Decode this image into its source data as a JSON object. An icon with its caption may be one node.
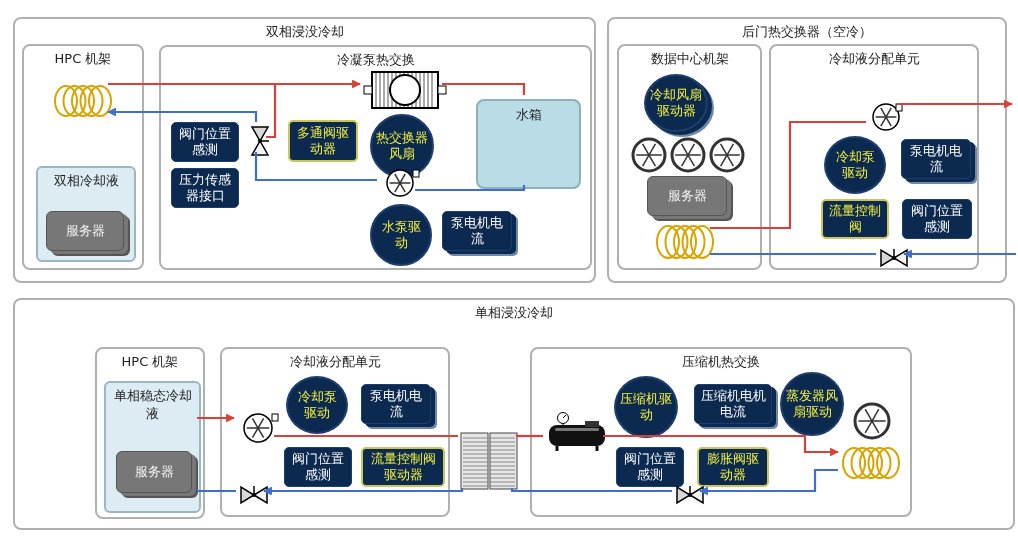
{
  "diagram": {
    "nodes": [
      {
        "text": [
          "双相浸没冷却"
        ]
      },
      {
        "text": [
          "HPC 机架"
        ],
        "in": 0
      },
      {
        "text": [],
        "shape": "picture",
        "in": 1
      },
      {
        "text": [
          "双相冷却液"
        ],
        "in": 1
      },
      {
        "text": [
          "服务器"
        ],
        "in": 3
      },
      {
        "text": [
          "冷凝泵热交换"
        ],
        "in": 0
      },
      {
        "text": [
          "阀门位置感测"
        ],
        "in": 5
      },
      {
        "text": [
          "压力传感器接口"
        ],
        "in": 5
      },
      {
        "text": [],
        "shape": "picture",
        "in": 5
      },
      {
        "text": [
          "多通阀驱动器"
        ],
        "in": 5
      },
      {
        "text": [],
        "shape": "picture",
        "in": 5
      },
      {
        "text": [
          "热交换器风扇"
        ],
        "in": 5
      },
      {
        "text": [
          "水箱"
        ],
        "in": 5
      },
      {
        "text": [],
        "shape": "picture",
        "in": 5
      },
      {
        "text": [
          "水泵驱动"
        ],
        "in": 5
      },
      {
        "text": [
          "泵电机电流"
        ],
        "in": 5
      },
      {
        "text": [
          "后门热交换器（空冷）"
        ]
      },
      {
        "text": [
          "数据中心机架"
        ],
        "in": 16
      },
      {
        "text": [
          "冷却风扇驱动器"
        ],
        "in": 17
      },
      {
        "text": [],
        "shape": "picture",
        "in": 17
      },
      {
        "text": [],
        "shape": "picture",
        "in": 17
      },
      {
        "text": [],
        "shape": "picture",
        "in": 17
      },
      {
        "text": [
          "服务器"
        ],
        "in": 17
      },
      {
        "text": [],
        "shape": "picture",
        "in": 17
      },
      {
        "text": [
          "冷却液分配单元"
        ],
        "in": 16
      },
      {
        "text": [],
        "shape": "picture",
        "in": 24
      },
      {
        "text": [
          "冷却泵驱动"
        ],
        "in": 24
      },
      {
        "text": [
          "泵电机电流"
        ],
        "in": 24
      },
      {
        "text": [
          "流量控制阀"
        ],
        "in": 24
      },
      {
        "text": [
          "阀门位置感测"
        ],
        "in": 24
      },
      {
        "text": [],
        "shape": "picture",
        "in": 24
      },
      {
        "text": [
          "单相浸没冷却"
        ]
      },
      {
        "text": [
          "HPC 机架"
        ],
        "in": 31
      },
      {
        "text": [
          "单相稳态冷却液"
        ],
        "in": 32
      },
      {
        "text": [
          "服务器"
        ],
        "in": 33
      },
      {
        "text": [
          "冷却液分配单元"
        ],
        "in": 31
      },
      {
        "text": [],
        "shape": "picture",
        "in": 35
      },
      {
        "text": [
          "冷却泵驱动"
        ],
        "in": 35
      },
      {
        "text": [
          "泵电机电流"
        ],
        "in": 35
      },
      {
        "text": [
          "阀门位置感测"
        ],
        "in": 35
      },
      {
        "text": [
          "流量控制阀驱动器"
        ],
        "in": 35
      },
      {
        "text": [],
        "shape": "picture",
        "in": 35
      },
      {
        "text": [],
        "shape": "picture",
        "in": 31
      },
      {
        "text": [
          "压缩机热交换"
        ],
        "in": 31
      },
      {
        "text": [],
        "shape": "picture",
        "in": 43
      },
      {
        "text": [
          "压缩机驱动"
        ],
        "in": 43
      },
      {
        "text": [
          "压缩机电机电流"
        ],
        "in": 43
      },
      {
        "text": [
          "蒸发器风扇驱动"
        ],
        "in": 43
      },
      {
        "text": [],
        "shape": "picture",
        "in": 43
      },
      {
        "text": [
          "阀门位置感测"
        ],
        "in": 43
      },
      {
        "text": [
          "膨胀阀驱动器"
        ],
        "in": 43
      },
      {
        "text": [],
        "shape": "picture",
        "in": 43
      },
      {
        "text": [],
        "shape": "picture",
        "in": 43
      }
    ],
    "edges": [
      {
        "from": 2,
        "to": 10,
        "arrow": "to",
        "color": "#d9403a"
      },
      {
        "from": 2,
        "to": 8,
        "arrow": "none",
        "color": "#d9403a"
      },
      {
        "from": 10,
        "to": 12,
        "arrow": "none",
        "color": "#d9403a"
      },
      {
        "from": 12,
        "to": 13,
        "arrow": "none",
        "color": "#3b6fd0"
      },
      {
        "from": 13,
        "to": 8,
        "arrow": "none",
        "color": "#3b6fd0"
      },
      {
        "from": 8,
        "to": 2,
        "arrow": "to",
        "color": "#3b6fd0"
      },
      {
        "from": 23,
        "to": 25,
        "arrow": "none",
        "color": "#d9403a"
      },
      {
        "from": 25,
        "to": null,
        "arrow": "to",
        "color": "#d9403a"
      },
      {
        "from": null,
        "to": 30,
        "arrow": "to",
        "color": "#3b6fd0"
      },
      {
        "from": 30,
        "to": 23,
        "arrow": "none",
        "color": "#3b6fd0"
      },
      {
        "from": 33,
        "to": 36,
        "arrow": "to",
        "color": "#d9403a"
      },
      {
        "from": 36,
        "to": 42,
        "arrow": "none",
        "color": "#d9403a"
      },
      {
        "from": 42,
        "to": 44,
        "arrow": "none",
        "color": "#d9403a"
      },
      {
        "from": 44,
        "to": 52,
        "arrow": "to",
        "color": "#d9403a"
      },
      {
        "from": 52,
        "to": 51,
        "arrow": "to",
        "color": "#3b6fd0"
      },
      {
        "from": 51,
        "to": 42,
        "arrow": "none",
        "color": "#3b6fd0"
      },
      {
        "from": 42,
        "to": 41,
        "arrow": "to",
        "color": "#3b6fd0"
      },
      {
        "from": 41,
        "to": 33,
        "arrow": "none",
        "color": "#3b6fd0"
      }
    ]
  }
}
